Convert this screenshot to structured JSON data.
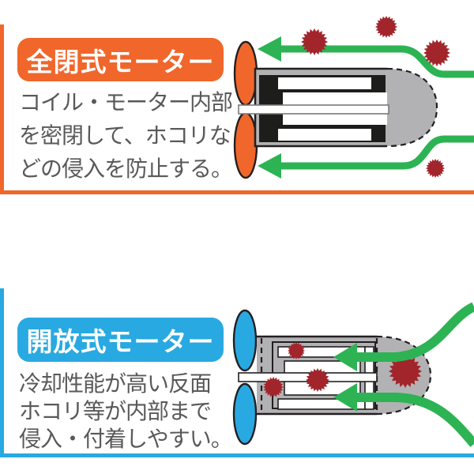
{
  "colors": {
    "orange": "#F0662B",
    "blue": "#29A9E1",
    "green": "#2DB353",
    "red": "#A1252B",
    "gray": "#B2B2B4",
    "dark": "#1D1D1B",
    "outline": "#231F20",
    "text": "#595959",
    "label_text": "#FFFFFF"
  },
  "icon_shapes": {
    "dust-particle-icon": "red-spiky-circle",
    "airflow-arrow-icon": "thick-green-arrow",
    "fan-blade-icon": "outlined-ellipse"
  },
  "panels": [
    {
      "label": "全閉式モーター",
      "description_lines": [
        "コイル・モーター内部",
        "を密閉して、ホコリな",
        "どの侵入を防止する。"
      ],
      "accent_color": "#F0662B",
      "illustration": "totally-enclosed-motor"
    },
    {
      "label": "開放式モーター",
      "description_lines": [
        "冷却性能が高い反面",
        "ホコリ等が内部まで",
        "侵入・付着しやすい。"
      ],
      "accent_color": "#29A9E1",
      "illustration": "open-type-motor"
    }
  ]
}
